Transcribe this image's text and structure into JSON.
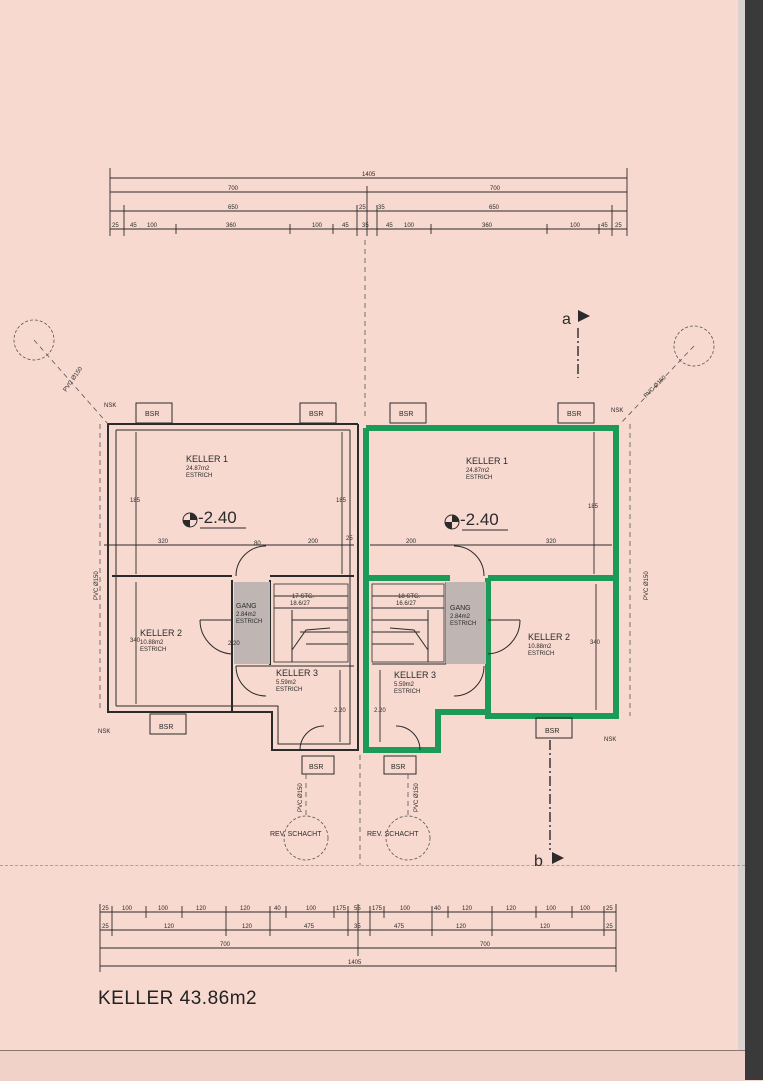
{
  "title": "KELLER 43.86m2",
  "top_dimensions": {
    "total": "1405",
    "half_left": "700",
    "half_right": "700",
    "inner_left": "650",
    "inner_right": "650",
    "mid_small": "25",
    "mid_small_b": "35",
    "row4": [
      "25",
      "45",
      "100",
      "360",
      "100",
      "45",
      "35",
      "45",
      "100",
      "360",
      "100",
      "45",
      "25"
    ]
  },
  "bottom_dimensions": {
    "row1": [
      "25",
      "100",
      "100",
      "120",
      "120",
      "40",
      "100",
      "175",
      "55",
      "175",
      "100",
      "40",
      "120",
      "120",
      "100",
      "100",
      "25"
    ],
    "row2": [
      "25",
      "120",
      "120",
      "475",
      "35",
      "475",
      "120",
      "120",
      "25"
    ],
    "half_left": "700",
    "half_right": "700",
    "total": "1405"
  },
  "rooms": {
    "keller1_left": {
      "name": "KELLER 1",
      "area": "24.87m2",
      "floor": "ESTRICH"
    },
    "keller1_right": {
      "name": "KELLER 1",
      "area": "24.87m2",
      "floor": "ESTRICH"
    },
    "keller2_left": {
      "name": "KELLER 2",
      "area": "10.88m2",
      "floor": "ESTRICH"
    },
    "keller2_right": {
      "name": "KELLER 2",
      "area": "10.88m2",
      "floor": "ESTRICH"
    },
    "keller3_left": {
      "name": "KELLER 3",
      "area": "5.59m2",
      "floor": "ESTRICH"
    },
    "keller3_right": {
      "name": "KELLER 3",
      "area": "5.59m2",
      "floor": "ESTRICH"
    },
    "gang_left": {
      "name": "GANG",
      "area": "2.84m2",
      "floor": "ESTRICH"
    },
    "gang_right": {
      "name": "GANG",
      "area": "2.84m2",
      "floor": "ESTRICH"
    },
    "stair_left": {
      "steps": "17 STG.",
      "ratio": "18.6/27"
    },
    "stair_right": {
      "steps": "18 STG.",
      "ratio": "16.6/27"
    }
  },
  "levels": {
    "left": "-2.40",
    "right": "-2.40"
  },
  "interior_dims": {
    "h185_left": "185",
    "h185_mid": "185",
    "h185_right": "185",
    "w320_left": "320",
    "w200_left": "200",
    "w200_right": "200",
    "w320_right": "320",
    "h340_left": "340",
    "h340_right": "340",
    "door_a": "80",
    "door_b": "2.20",
    "w25": "25",
    "h220a": "2.20",
    "h220b": "2.20"
  },
  "labels": {
    "bsr": "BSR",
    "nsk": "NSK",
    "pvc150": "PVC Ø150",
    "rev_schacht_left": "REV. SCHACHT",
    "rev_schacht_right": "REV. SCHACHT",
    "section_a": "a",
    "section_b": "b"
  },
  "colors": {
    "paper": "#f7d9cf",
    "highlight_wall": "#1b9b57",
    "ink": "#2b2b2b"
  }
}
